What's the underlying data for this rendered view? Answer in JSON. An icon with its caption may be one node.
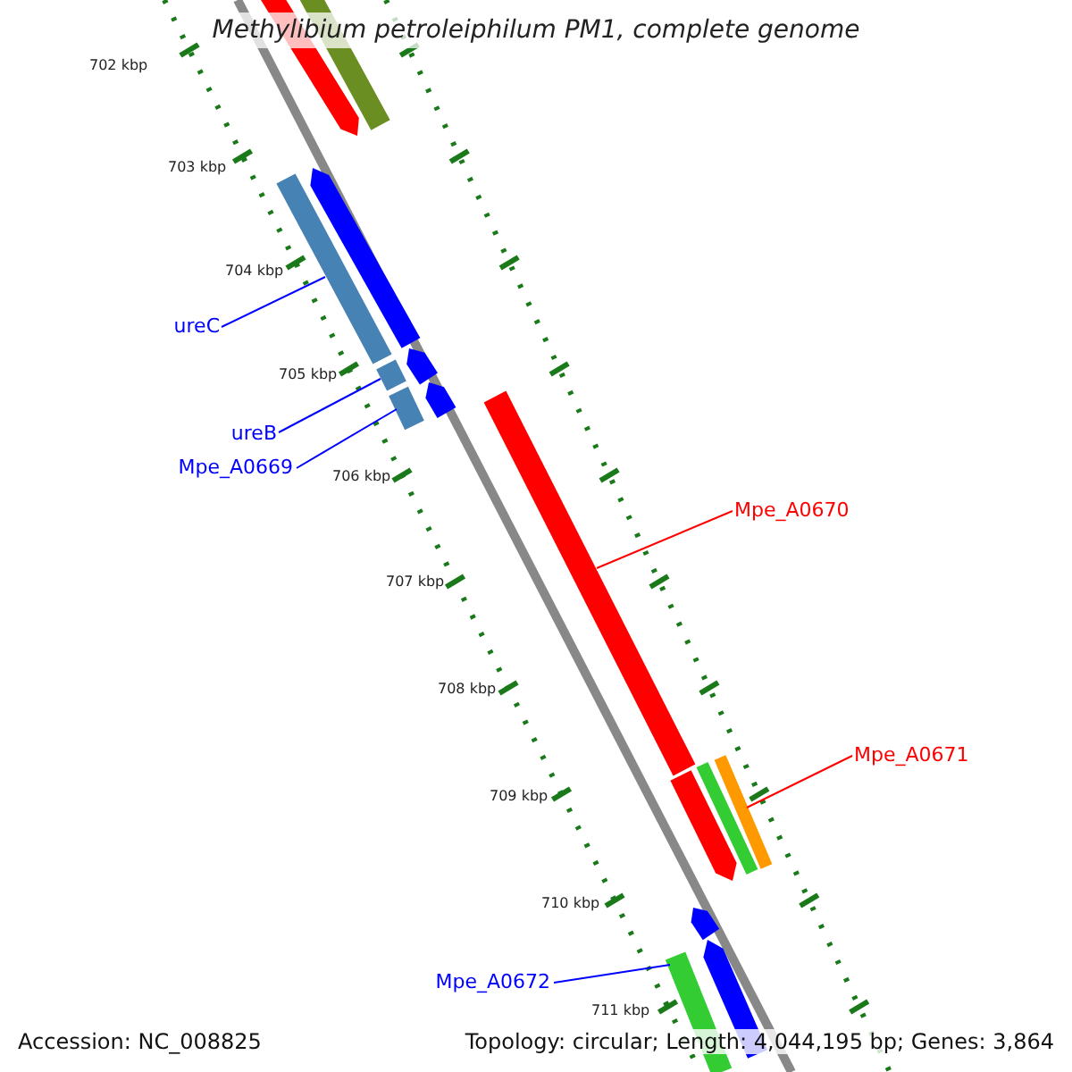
{
  "diagram": {
    "title": "Methylibium petroleiphilum PM1, complete genome",
    "nodes": [
      {
        "text": [
          "ureC"
        ]
      },
      {
        "text": [
          "ureB"
        ]
      },
      {
        "text": [
          "Mpe_A0669"
        ]
      },
      {
        "text": [
          "Mpe_A0670"
        ]
      },
      {
        "text": [
          "Mpe_A0671"
        ]
      },
      {
        "text": [
          "Mpe_A0672"
        ]
      },
      {
        "text": [],
        "shape": "bar"
      },
      {
        "text": [],
        "shape": "bar"
      },
      {
        "text": [],
        "shape": "bar"
      },
      {
        "text": [],
        "shape": "bar"
      },
      {
        "text": [],
        "shape": "bar"
      },
      {
        "text": [],
        "shape": "bar"
      },
      {
        "text": [],
        "shape": "bar"
      },
      {
        "text": [],
        "shape": "bar"
      },
      {
        "text": [],
        "shape": "bar"
      },
      {
        "text": [],
        "shape": "bar"
      },
      {
        "text": [],
        "shape": "bar"
      },
      {
        "text": [],
        "shape": "bar"
      },
      {
        "text": [],
        "shape": "bar"
      },
      {
        "text": [],
        "shape": "bar"
      },
      {
        "text": [],
        "shape": "bar"
      }
    ],
    "edges": [
      {
        "from": 0,
        "to": 6,
        "arrow": "none"
      },
      {
        "from": 1,
        "to": 7,
        "arrow": "none"
      },
      {
        "from": 2,
        "to": 8,
        "arrow": "none"
      },
      {
        "from": 3,
        "to": 9,
        "arrow": "none",
        "color": "#ff0000"
      },
      {
        "from": 4,
        "to": 10,
        "arrow": "none",
        "color": "#ff0000"
      },
      {
        "from": 5,
        "to": 11,
        "arrow": "none"
      }
    ],
    "labels": [
      "702 kbp",
      "703 kbp",
      "704 kbp",
      "705 kbp",
      "706 kbp",
      "707 kbp",
      "708 kbp",
      "709 kbp",
      "710 kbp",
      "711 kbp",
      "Accession: NC_008825",
      "Topology: circular; Length: 4,044,195 bp; Genes: 3,864"
    ]
  }
}
